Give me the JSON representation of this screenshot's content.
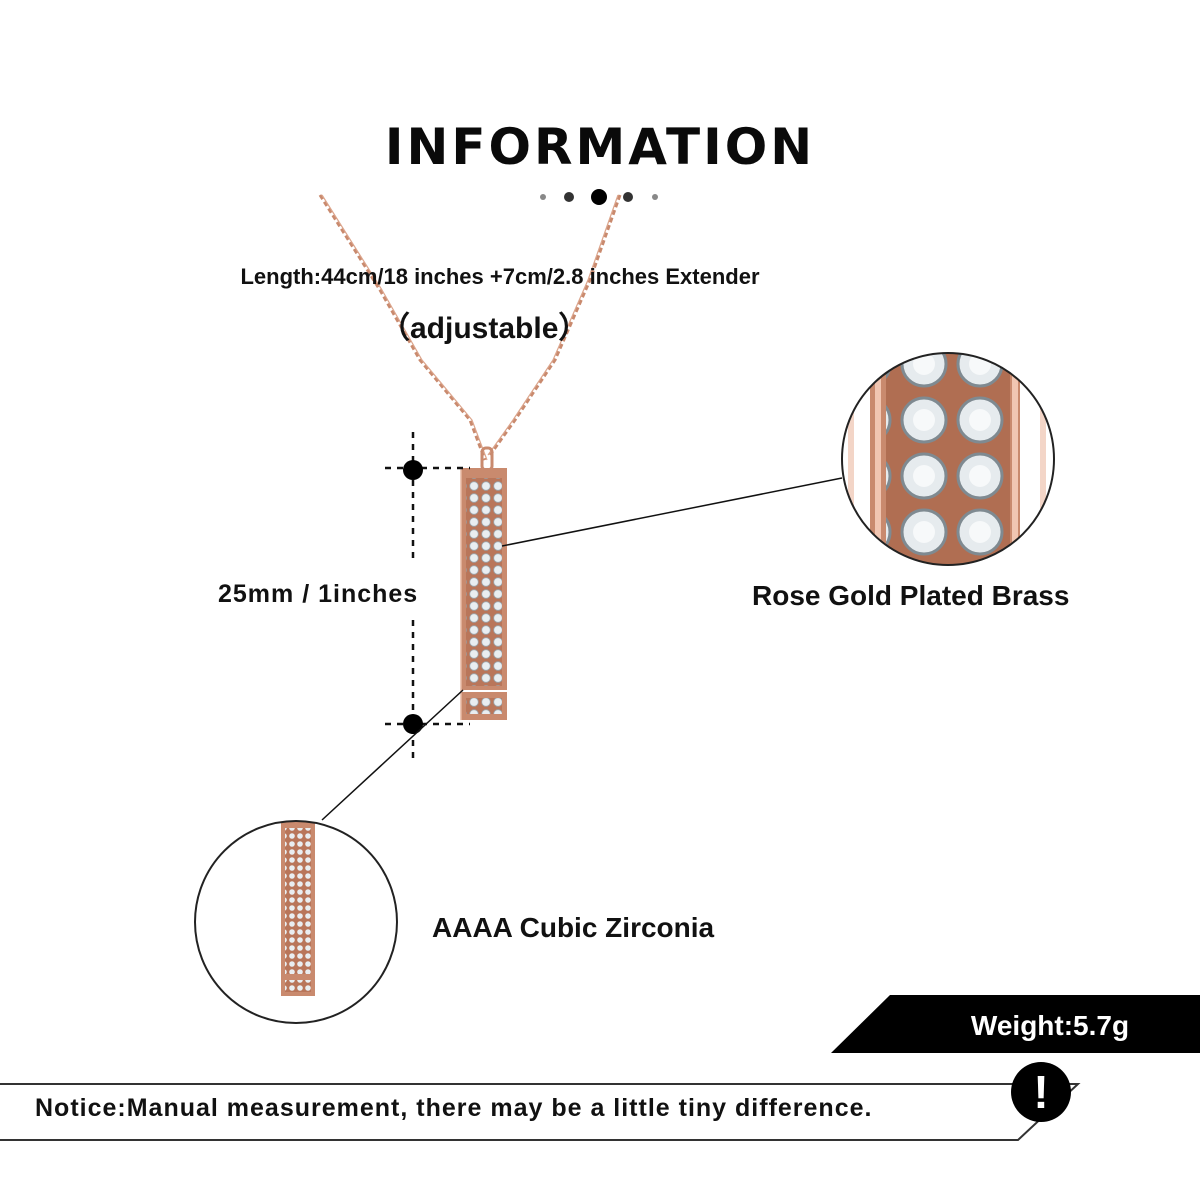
{
  "header": {
    "title": "INFORMATION",
    "page_indicator": {
      "count": 5,
      "active_index": 2
    }
  },
  "specs": {
    "length": "Length:44cm/18 inches +7cm/2.8 inches Extender",
    "adjustable": "（adjustable）",
    "dimension": "25mm / 1inches",
    "material": "Rose Gold Plated Brass",
    "stone": "AAAA Cubic Zirconia",
    "weight": "Weight:5.7g"
  },
  "notice": {
    "text": "Notice:Manual measurement, there may be a little tiny difference.",
    "icon": "exclamation-icon"
  },
  "colors": {
    "rose_gold": "#c98a6e",
    "rose_gold_dark": "#a5644a",
    "stone": "#e9eef1",
    "ink": "#000000"
  }
}
